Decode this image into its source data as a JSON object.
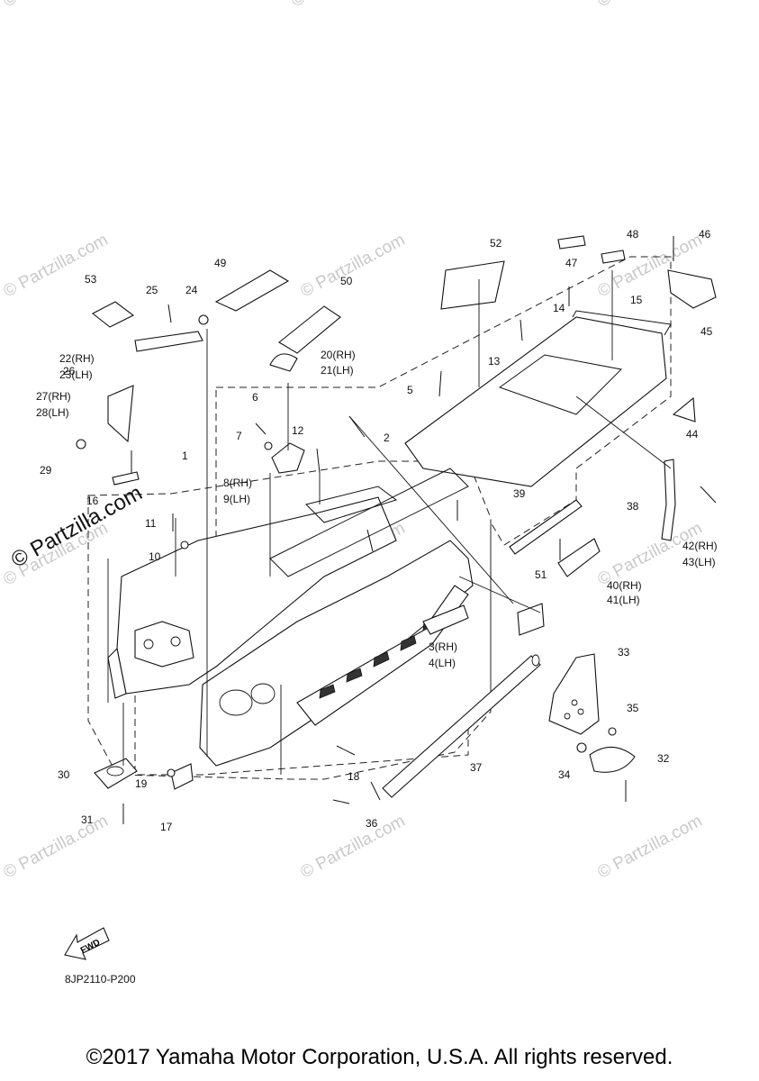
{
  "watermark_text": "© Partzilla.com",
  "diagram_code": "8JP2110-P200",
  "forward_arrow_text": "FWD",
  "copyright": "©2017 Yamaha Motor Corporation, U.S.A. All rights reserved.",
  "callouts": [
    "1",
    "2",
    "3(RH)",
    "4(LH)",
    "5",
    "6",
    "7",
    "8(RH)",
    "9(LH)",
    "10",
    "11",
    "12",
    "13",
    "14",
    "15",
    "16",
    "17",
    "18",
    "19",
    "20(RH)",
    "21(LH)",
    "22(RH)",
    "23(LH)",
    "24",
    "25",
    "26",
    "27(RH)",
    "28(LH)",
    "29",
    "30",
    "31",
    "32",
    "33",
    "34",
    "35",
    "36",
    "37",
    "38",
    "39",
    "40(RH)",
    "41(LH)",
    "42(RH)",
    "43(LH)",
    "44",
    "45",
    "46",
    "47",
    "48",
    "49",
    "50",
    "51",
    "52",
    "53"
  ]
}
